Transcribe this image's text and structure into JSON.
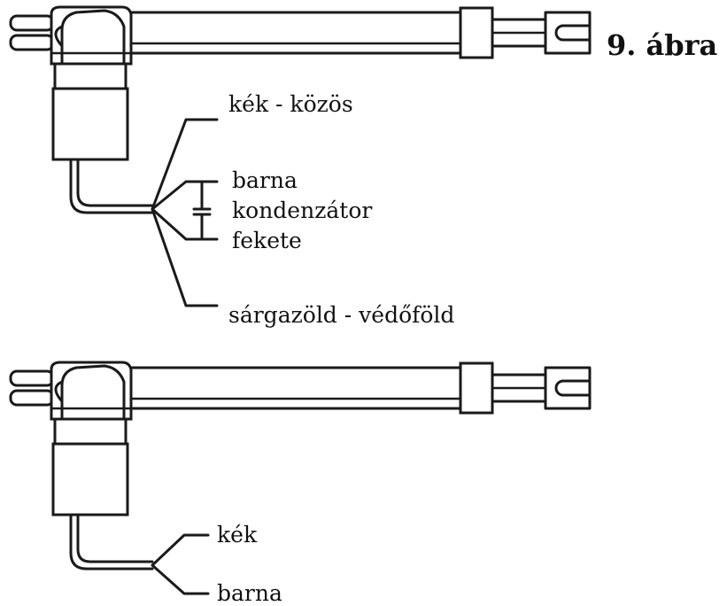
{
  "figure": {
    "title": "9. ábra",
    "top_diagram": {
      "labels": {
        "common": "kék - közös",
        "brown": "barna",
        "capacitor": "kondenzátor",
        "black": "fekete",
        "ground": "sárgazöld - védőföld"
      }
    },
    "bottom_diagram": {
      "labels": {
        "blue": "kék",
        "brown": "barna"
      }
    }
  }
}
